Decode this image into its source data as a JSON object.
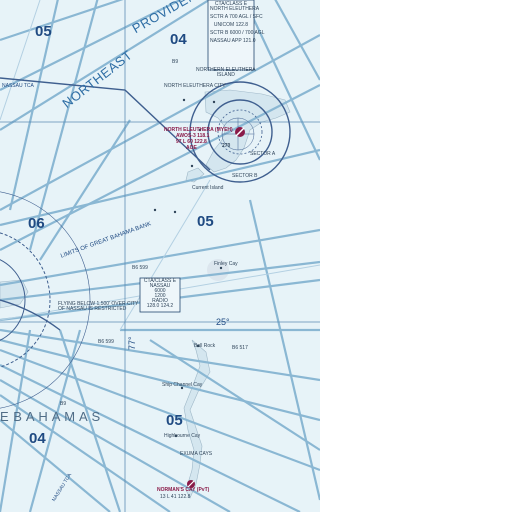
{
  "map": {
    "colors": {
      "background": "#e7f3f8",
      "route": "#8ab7d3",
      "text": "#1f4a82",
      "sector": "#3f5f8f",
      "airport": "#8a1a48",
      "island": "#d4e6ef"
    },
    "mef": {
      "top_left": "05",
      "top_center": "04",
      "left_mid": "06",
      "center": "05",
      "bottom_center": "05",
      "bottom_left": "04"
    },
    "regions": {
      "providence": "PROVIDENCE",
      "northeast": "NORTHEAST",
      "bahamas": "E  B A H A M A S"
    },
    "labels": {
      "nassau_tca": "NASSAU TCA",
      "nassau_tca_bottom": "NASSAU TCA",
      "limits_bank": "LIMITS OF GREAT BAHAMA BANK",
      "northern_eleuthera_island": [
        "NORTHERN ELEUTHERA",
        "ISLAND"
      ],
      "north_eleuthera_city": "NORTH ELEUTHERA CITY",
      "sector_a": "SECTOR A",
      "sector_b": "SECTOR B",
      "latitude": "25°",
      "longitude": "77°",
      "fishing_restriction": [
        "FLYING BELOW 1,500' OVER CITY",
        "OF NASSAU IS RESTRICTED"
      ],
      "current_island": "Current Island",
      "finley_cay": "Finley Cay",
      "exuma_cays": "EXUMA CAYS",
      "highbourne_cay": "Highbourne Cay",
      "norman_cay": "NORMAN'S CAY (PvT)",
      "ship_channel_cay": "Ship Channel Cay",
      "ball_rock": "Ball Rock"
    },
    "airways": [
      "B9",
      "B6 599",
      "B6 599",
      "B9",
      "B6 517"
    ],
    "class_e_box_top": {
      "title": "CTA/CLASS E",
      "subtitle": "NORTH ELEUTHERA",
      "lines": [
        "SCTR A  700 AGL / SFC",
        "UNICOM 122.8",
        "SCTR B  6000 / 700 AGL",
        "NASSAU APP 121.0"
      ]
    },
    "class_e_box_mid": {
      "title": "CTA/CLASS E",
      "lines": [
        "NASSAU",
        "6000",
        "1200",
        "RADIO",
        "128.0 124.2"
      ]
    },
    "airport_eleuthera": {
      "name": "NORTH ELEUTHERA (MYEH)",
      "info": [
        "AWOS-3 118.1",
        "97 L 60 122.8",
        "AOE"
      ],
      "vor_freq": "270"
    },
    "airport_norman": {
      "info": "13 L 41 122.8"
    }
  }
}
